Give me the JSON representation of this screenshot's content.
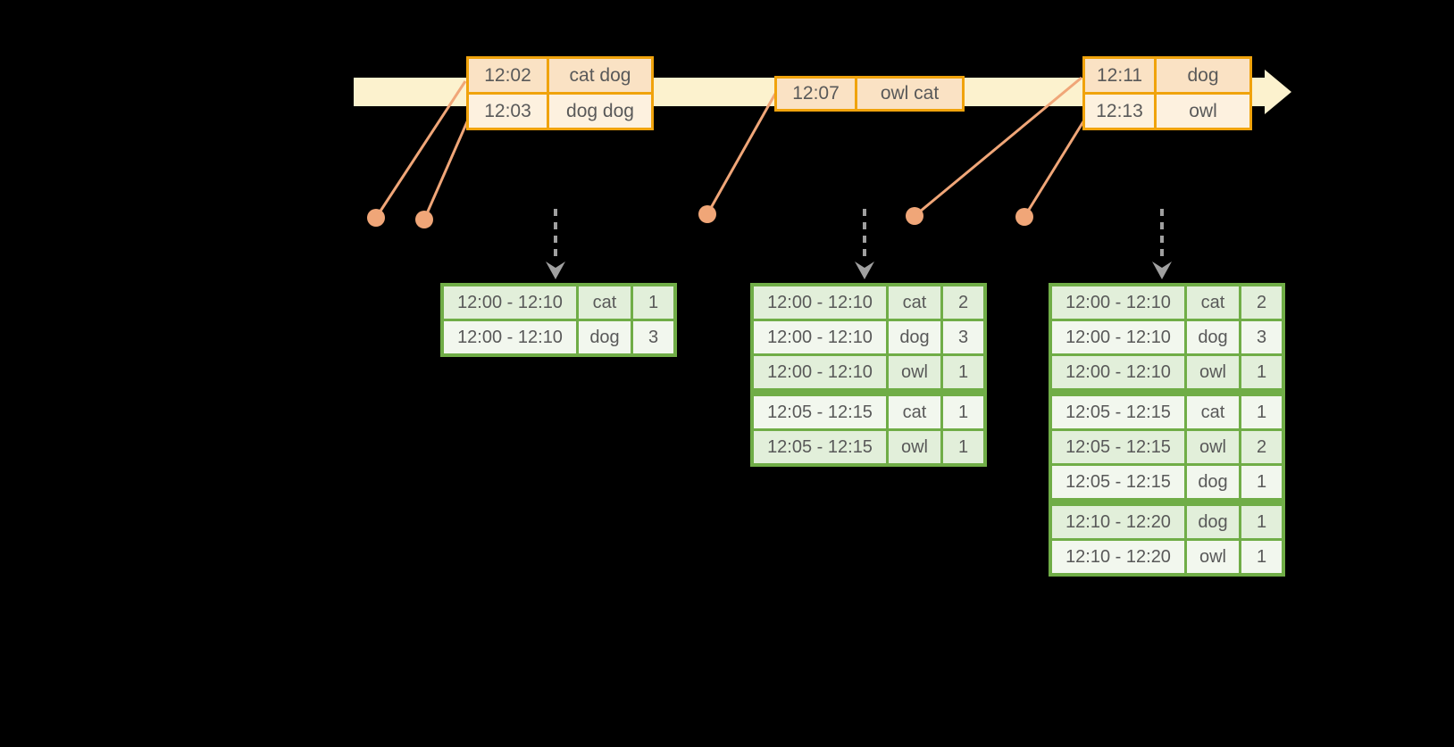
{
  "colors": {
    "background": "#000000",
    "timeline_fill": "#FCF2CE",
    "event_table_border": "#F0A30C",
    "event_row_fill_dark": "#FAE2C4",
    "event_row_fill_light": "#FDF1DF",
    "connector_orange": "#F0A678",
    "result_table_border": "#70AD47",
    "result_row_fill_dark": "#E2EFDA",
    "result_row_fill_light": "#F2F7EE",
    "dashed_arrow_gray": "#A0A0A0",
    "text": "#595959"
  },
  "timeline": {
    "event_tables": [
      {
        "rows": [
          [
            "12:02",
            "cat dog"
          ],
          [
            "12:03",
            "dog dog"
          ]
        ]
      },
      {
        "rows": [
          [
            "12:07",
            "owl cat"
          ]
        ]
      },
      {
        "rows": [
          [
            "12:11",
            "dog"
          ],
          [
            "12:13",
            "owl"
          ]
        ]
      }
    ],
    "event_dot_count": 5,
    "trigger_arrow_count": 3
  },
  "result_tables": [
    {
      "rows": [
        [
          "12:00 - 12:10",
          "cat",
          "1"
        ],
        [
          "12:00 - 12:10",
          "dog",
          "3"
        ]
      ]
    },
    {
      "rows": [
        [
          "12:00 - 12:10",
          "cat",
          "2"
        ],
        [
          "12:00 - 12:10",
          "dog",
          "3"
        ],
        [
          "12:00 - 12:10",
          "owl",
          "1"
        ],
        [
          "12:05 - 12:15",
          "cat",
          "1"
        ],
        [
          "12:05 - 12:15",
          "owl",
          "1"
        ]
      ]
    },
    {
      "rows": [
        [
          "12:00 - 12:10",
          "cat",
          "2"
        ],
        [
          "12:00 - 12:10",
          "dog",
          "3"
        ],
        [
          "12:00 - 12:10",
          "owl",
          "1"
        ],
        [
          "12:05 - 12:15",
          "cat",
          "1"
        ],
        [
          "12:05 - 12:15",
          "owl",
          "2"
        ],
        [
          "12:05 - 12:15",
          "dog",
          "1"
        ],
        [
          "12:10 - 12:20",
          "dog",
          "1"
        ],
        [
          "12:10 - 12:20",
          "owl",
          "1"
        ]
      ]
    }
  ]
}
